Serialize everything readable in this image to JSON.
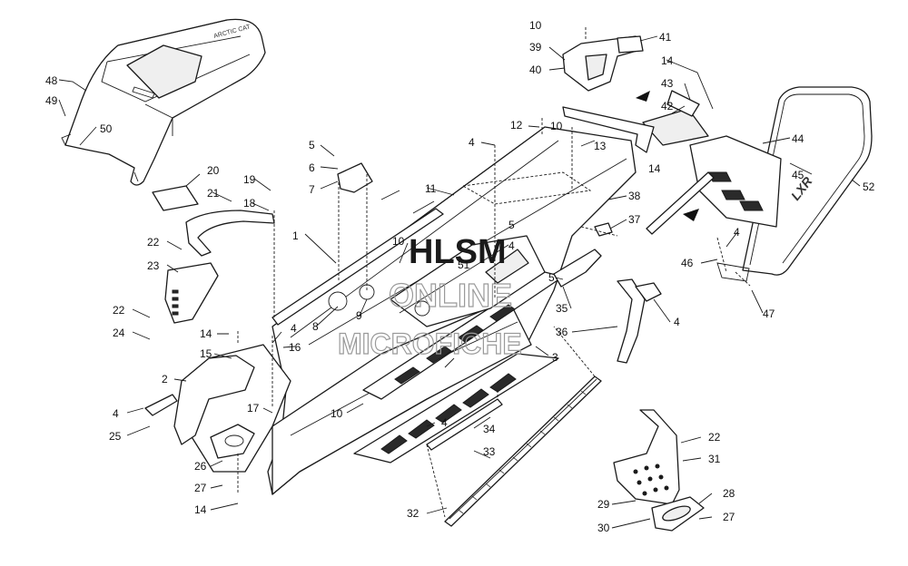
{
  "diagram": {
    "callouts": {
      "c1": "1",
      "c2": "2",
      "c3": "3",
      "c4a": "4",
      "c4b": "4",
      "c4c": "4",
      "c4d": "4",
      "c4e": "4",
      "c4f": "4",
      "c4g": "4",
      "c5a": "5",
      "c5b": "5",
      "c5c": "5",
      "c6": "6",
      "c7": "7",
      "c8": "8",
      "c9": "9",
      "c10a": "10",
      "c10b": "10",
      "c10c": "10",
      "c10d": "10",
      "c11": "11",
      "c12": "12",
      "c13": "13",
      "c14a": "14",
      "c14b": "14",
      "c14c": "14",
      "c14d": "14",
      "c15": "15",
      "c16": "16",
      "c17": "17",
      "c18": "18",
      "c19": "19",
      "c20": "20",
      "c21": "21",
      "c22a": "22",
      "c22b": "22",
      "c22c": "22",
      "c23": "23",
      "c24": "24",
      "c25": "25",
      "c26": "26",
      "c27a": "27",
      "c27b": "27",
      "c28": "28",
      "c29": "29",
      "c30": "30",
      "c31": "31",
      "c32": "32",
      "c33": "33",
      "c34": "34",
      "c35": "35",
      "c36": "36",
      "c37": "37",
      "c38": "38",
      "c39": "39",
      "c40": "40",
      "c41": "41",
      "c42": "42",
      "c43": "43",
      "c44": "44",
      "c45": "45",
      "c46": "46",
      "c47": "47",
      "c48": "48",
      "c49": "49",
      "c50": "50",
      "c51": "51",
      "c52": "52"
    },
    "seat_logo": "ARCTIC CAT",
    "bumper_logo": "LXR"
  },
  "watermark": {
    "line1": "HLSM",
    "line2": "ONLINE",
    "line3": "MICROFICHE"
  }
}
